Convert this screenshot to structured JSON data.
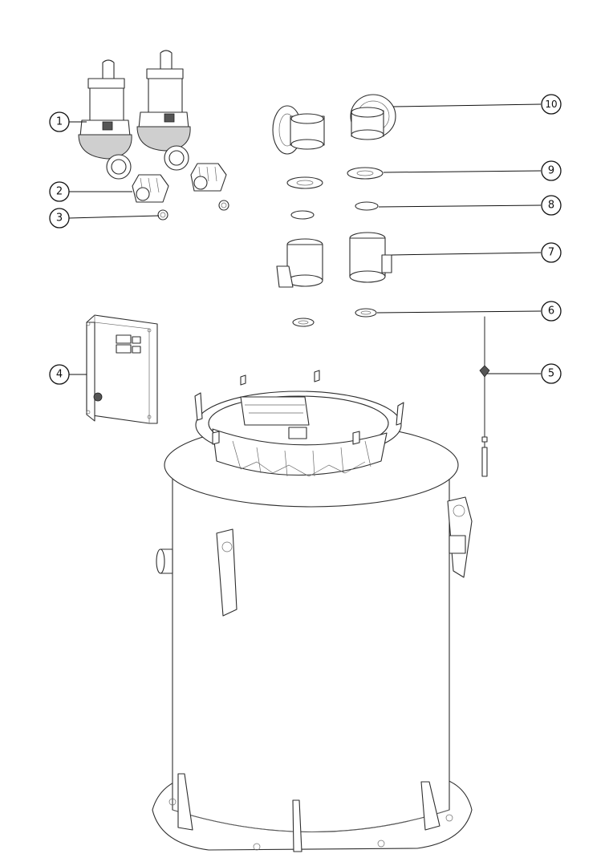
{
  "callouts": [
    {
      "id": "c1",
      "label": "1"
    },
    {
      "id": "c2",
      "label": "2"
    },
    {
      "id": "c3",
      "label": "3"
    },
    {
      "id": "c4",
      "label": "4"
    },
    {
      "id": "c5",
      "label": "5"
    },
    {
      "id": "c6",
      "label": "6"
    },
    {
      "id": "c7",
      "label": "7"
    },
    {
      "id": "c8",
      "label": "8"
    },
    {
      "id": "c9",
      "label": "9"
    },
    {
      "id": "c10",
      "label": "10"
    }
  ],
  "colors": {
    "line": "#3a3a3a",
    "background": "#ffffff"
  },
  "icons": [
    "pump-icon",
    "control-panel-icon",
    "valve-icon",
    "float-switch-icon",
    "tank-icon"
  ]
}
